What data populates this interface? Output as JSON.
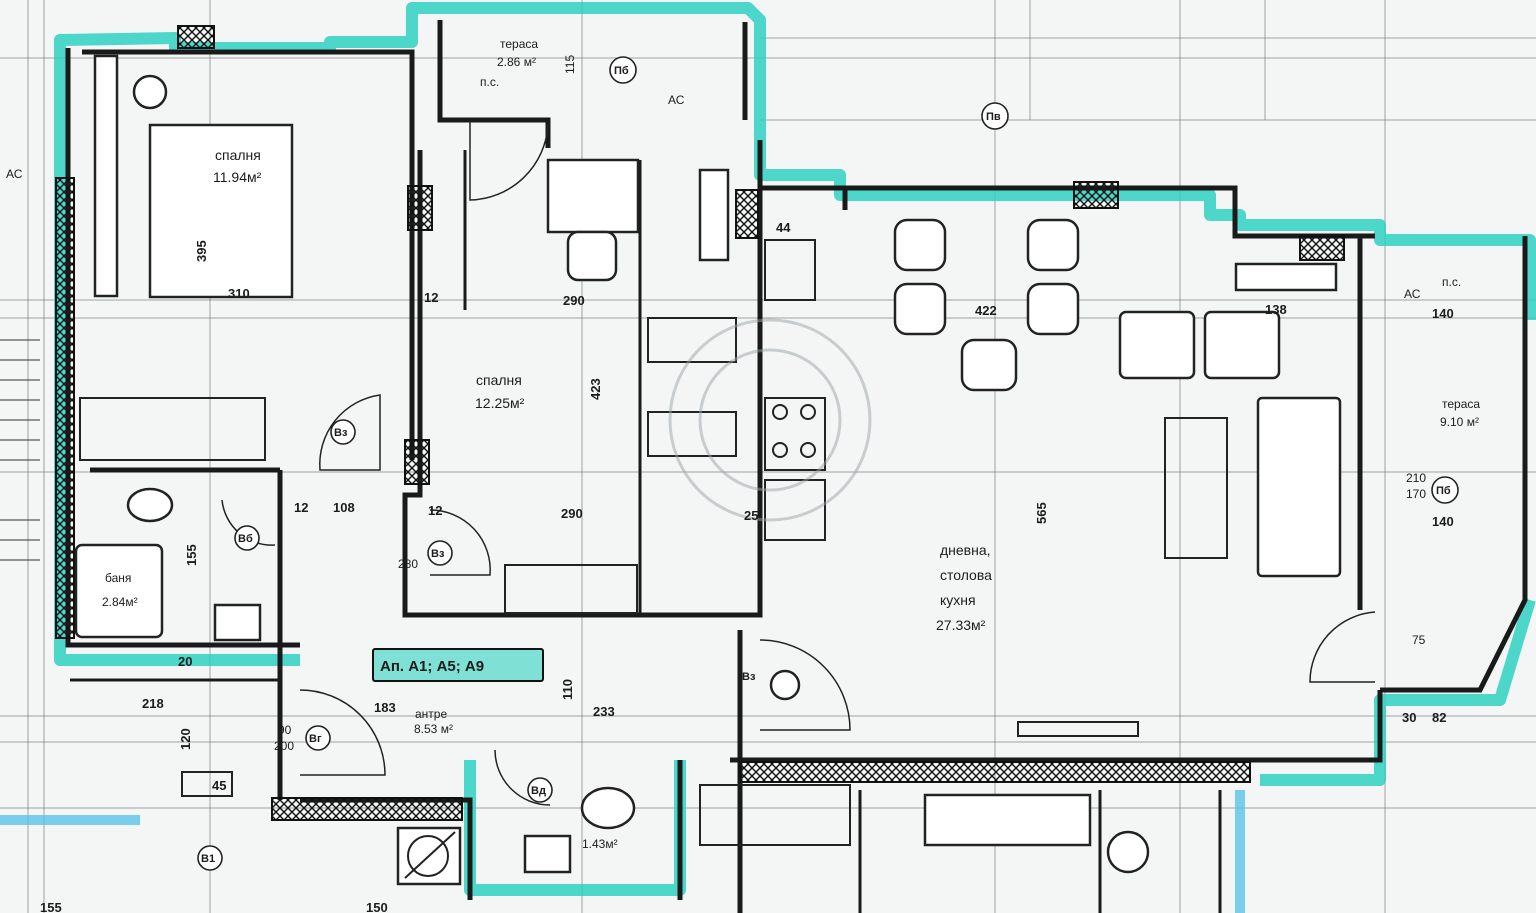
{
  "rooms": {
    "bedroom1": {
      "name": "спалня",
      "area": "11.94м²"
    },
    "bedroom2": {
      "name": "спалня",
      "area": "12.25м²"
    },
    "terrace_top": {
      "name": "тераса",
      "area": "2.86 м²"
    },
    "terrace_right": {
      "name": "тераса",
      "area": "9.10 м²"
    },
    "bath": {
      "name": "баня",
      "area": "2.84м²"
    },
    "wc": {
      "area": "1.43м²"
    },
    "entry": {
      "name": "антре",
      "area": "8.53 м²"
    },
    "living": {
      "line1": "дневна,",
      "line2": "столова",
      "line3": "кухня",
      "area": "27.33м²"
    }
  },
  "apartment_label": "Ап. А1; А5; А9",
  "dimensions": {
    "d310": "310",
    "d395": "395",
    "d12a": "12",
    "d12b": "12",
    "d12c": "12",
    "d290": "290",
    "d423": "423",
    "d280": "280",
    "d108": "108",
    "d155": "155",
    "d20": "20",
    "d25": "25",
    "d218": "218",
    "d183": "183",
    "d233": "233",
    "d110": "110",
    "d422": "422",
    "d138": "138",
    "d140a": "140",
    "d140b": "140",
    "d90": "90",
    "d200": "200",
    "d45": "45",
    "d120": "120",
    "d150": "150",
    "d155b": "155",
    "d565": "565",
    "d75": "75",
    "d82": "82",
    "d170": "170",
    "d115": "115",
    "d30": "30",
    "d210": "210",
    "d44": "44"
  },
  "tags": {
    "t1": "Пб",
    "t2": "Пв",
    "t3": "Вз",
    "t4": "Вз",
    "t5": "Вб",
    "t6": "Вг",
    "t7": "Вд",
    "t8": "Пб",
    "t9": "В1",
    "t10": "Вз"
  },
  "notes": {
    "pc1": "п.с.",
    "ac1": "АС",
    "pc2": "п.с.",
    "ac2": "АС",
    "ac3": "АС"
  },
  "colors": {
    "insulation": "#2fd1c2",
    "walls": "#1a1a1a",
    "paper": "#f4f6f6",
    "label": "#7fe0d6"
  }
}
